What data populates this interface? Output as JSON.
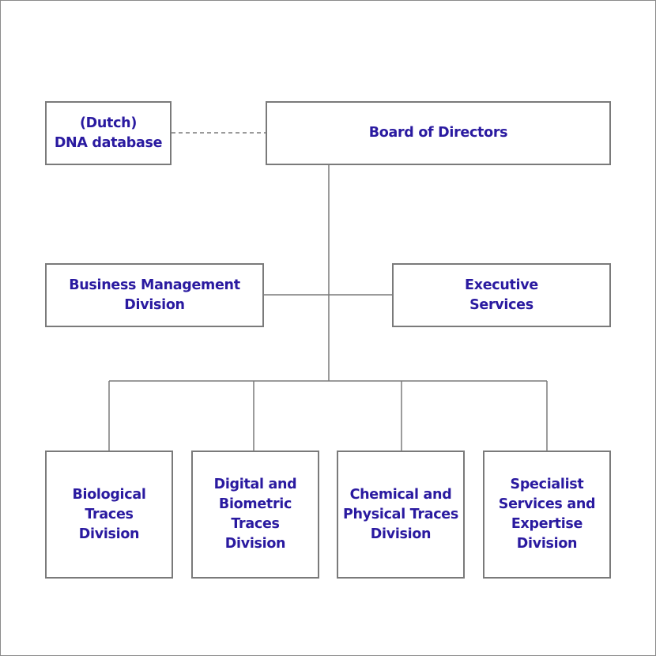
{
  "colors": {
    "text": "#2a1aa0",
    "border": "#7a7a7a",
    "connector": "#7a7a7a"
  },
  "nodes": {
    "dna_database": "(Dutch)\nDNA database",
    "board": "Board of Directors",
    "business_management": "Business Management\nDivision",
    "executive_services": "Executive\nServices",
    "biological": "Biological\nTraces\nDivision",
    "digital": "Digital and\nBiometric Traces\nDivision",
    "chemical": "Chemical and\nPhysical Traces\nDivision",
    "specialist": "Specialist\nServices and\nExpertise\nDivision"
  }
}
